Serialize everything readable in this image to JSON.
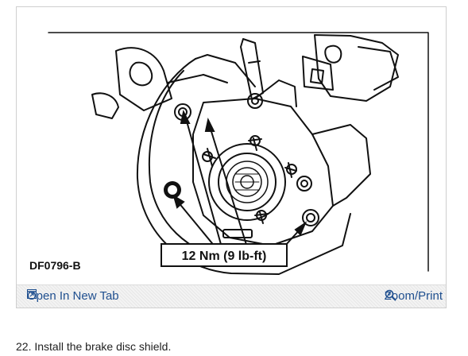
{
  "figure": {
    "part_code": "DF0796-B",
    "torque_callout": "12 Nm (9 lb-ft)"
  },
  "toolbar": {
    "open_label": "Open In New Tab",
    "open_icon": "open-in-new-tab-icon",
    "zoom_label": "Zoom/Print",
    "zoom_icon": "magnifier-icon",
    "link_color": "#1f4f8f"
  },
  "caption": "22. Install the brake disc shield."
}
